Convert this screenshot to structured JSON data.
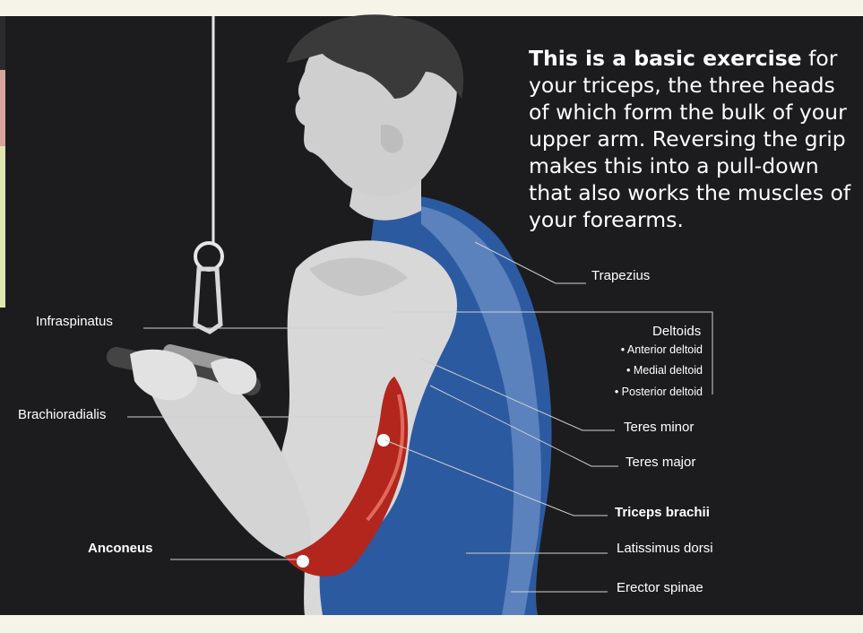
{
  "intro": {
    "lead": "This is a basic exercise",
    "body": " for your triceps, the three heads of which form the bulk of your upper arm. Reversing the grip makes this into a pull-down that also works the muscles of your forearms."
  },
  "labels": {
    "infraspinatus": "Infraspinatus",
    "brachioradialis": "Brachioradialis",
    "anconeus": "Anconeus",
    "trapezius": "Trapezius",
    "deltoids": "Deltoids",
    "anterior_deltoid": "• Anterior deltoid",
    "medial_deltoid": "• Medial deltoid",
    "posterior_deltoid": "• Posterior deltoid",
    "teres_minor": "Teres minor",
    "teres_major": "Teres major",
    "triceps_brachii": "Triceps brachii",
    "latissimus_dorsi": "Latissimus dorsi",
    "erector_spinae": "Erector spinae"
  },
  "colors": {
    "panel": "#1c1c1e",
    "vest": "#2c5aa0",
    "triceps": "#b3261e",
    "skin": "#d9d9d9",
    "hair": "#3a3a3a"
  }
}
